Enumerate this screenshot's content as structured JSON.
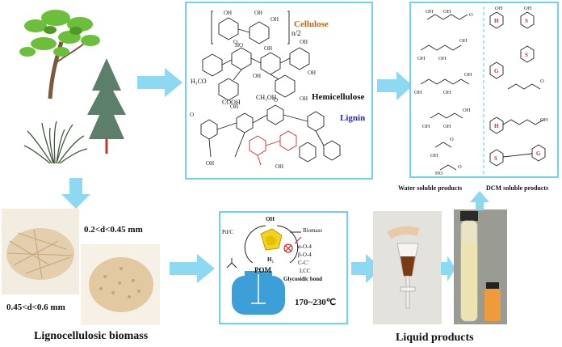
{
  "sources": {
    "cellulose_label": "Cellulose",
    "hemicellulose_label": "Hemicellulose",
    "lignin_label": "Lignin",
    "repeat_subscript": "n/2",
    "h3co_label": "H₃CO",
    "cooh_label": "COOH",
    "ch2oh_label": "CH₂OH"
  },
  "products": {
    "water_label": "Water soluble products",
    "dcm_label": "DCM soluble products",
    "unit_h": "H",
    "unit_g": "G",
    "unit_s": "S"
  },
  "biomass": {
    "size_small": "0.2<d<0.45 mm",
    "size_large": "0.45<d<0.6 mm",
    "caption": "Lignocellulosic biomass"
  },
  "reactor": {
    "catalyst": "Pd/C",
    "biomass": "Biomass",
    "oh": "OH",
    "h2": "H₂",
    "pom": "POM",
    "bonds": [
      "α-O-4",
      "β-O-4",
      "C-C'",
      "LCC",
      "Glycosidic bond"
    ],
    "temperature": "170~230℃"
  },
  "liquid": {
    "caption": "Liquid products"
  },
  "colors": {
    "arrow": "#8ed9f2",
    "border": "#6fd3ee",
    "cellulose_text": "#b5651d",
    "lignin_text": "#2a2aa8",
    "lignin_red": "#d8262b",
    "reactor_blue": "#3d9fd8"
  }
}
